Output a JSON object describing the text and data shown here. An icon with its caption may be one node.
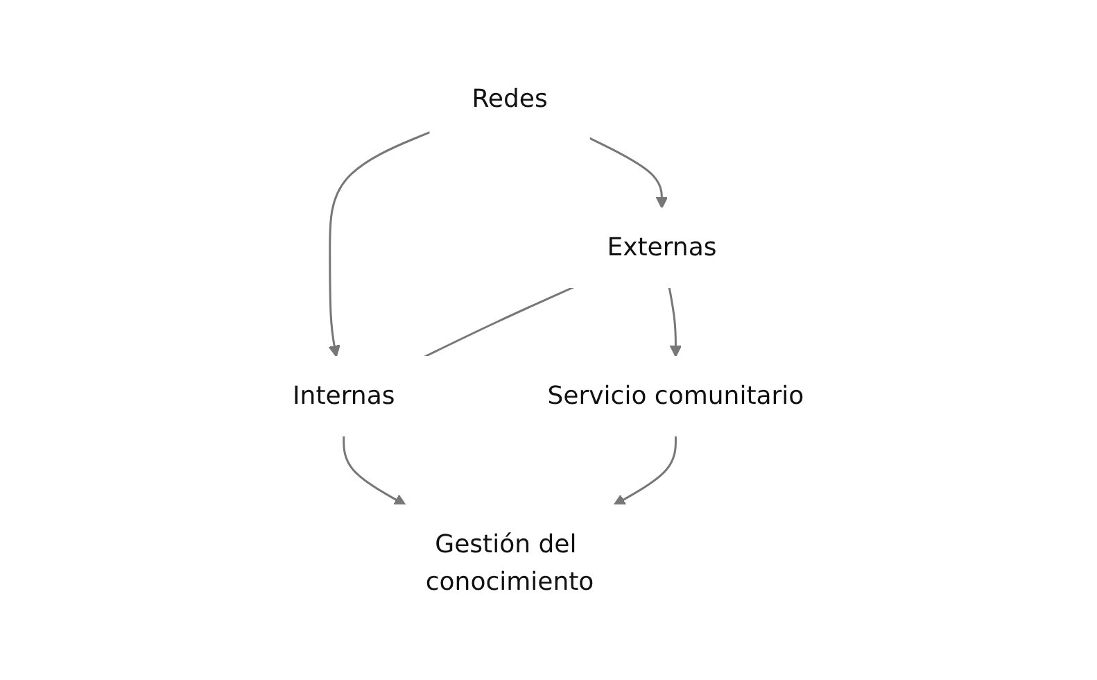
{
  "diagram": {
    "nodes": [
      {
        "text": [
          "Redes"
        ]
      },
      {
        "text": [
          "Externas"
        ]
      },
      {
        "text": [
          "Internas"
        ]
      },
      {
        "text": [
          "Servicio comunitario"
        ]
      },
      {
        "text": [
          "Gestión del conocimiento"
        ]
      }
    ],
    "edges": [
      {
        "from": 0,
        "to": 1,
        "arrow": "to"
      },
      {
        "from": 0,
        "to": 2,
        "arrow": "to"
      },
      {
        "from": 1,
        "to": 2,
        "arrow": "none"
      },
      {
        "from": 1,
        "to": 3,
        "arrow": "to"
      },
      {
        "from": 2,
        "to": 4,
        "arrow": "to"
      },
      {
        "from": 3,
        "to": 4,
        "arrow": "to"
      }
    ]
  }
}
